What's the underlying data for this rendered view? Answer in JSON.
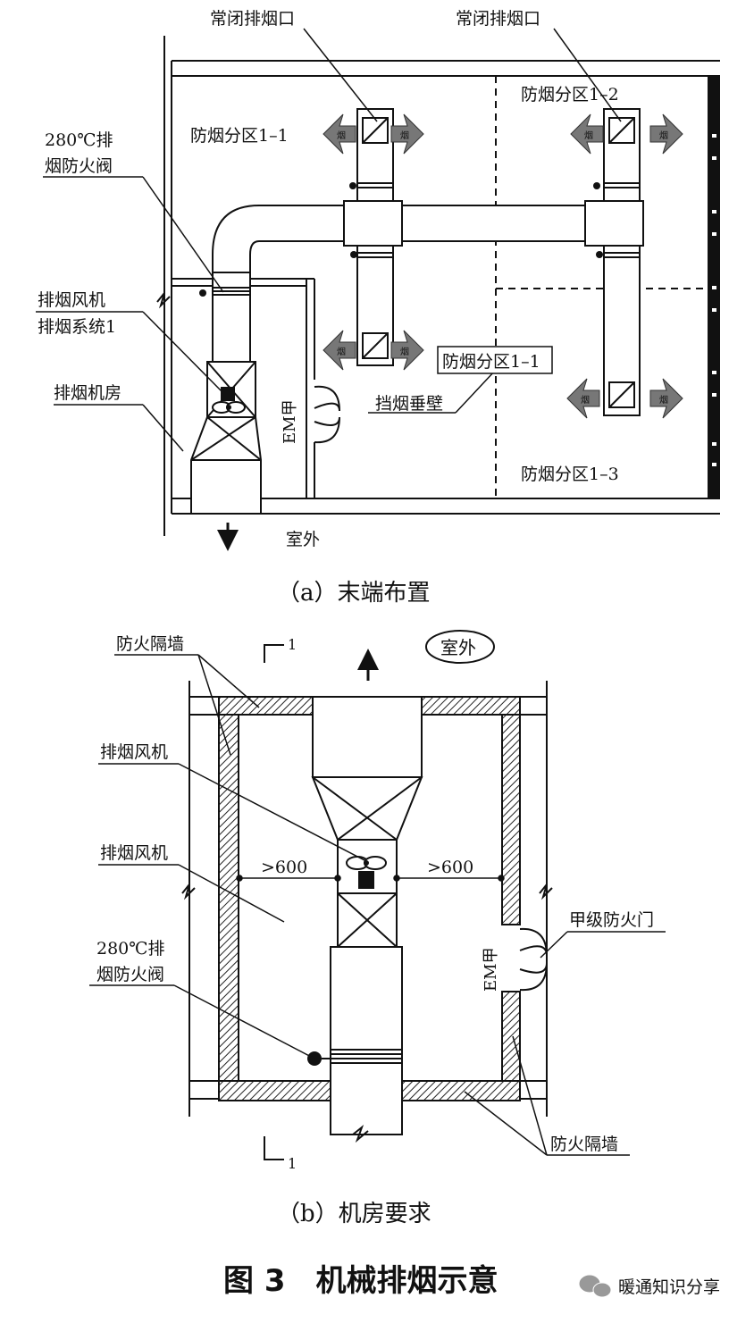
{
  "diagram_a": {
    "label_vent_1": "常闭排烟口",
    "label_vent_2": "常闭排烟口",
    "label_zone_1_2": "防烟分区1–2",
    "label_zone_1_1_top": "防烟分区1–1",
    "label_damper_line1": "280℃排",
    "label_damper_line2": "烟防火阀",
    "label_fan_line1": "排烟风机",
    "label_fan_line2": "排烟系统1",
    "label_fan_room": "排烟机房",
    "label_door_code": "EM甲",
    "label_zone_1_1_mid": "防烟分区1–1",
    "label_smoke_curtain": "挡烟垂壁",
    "label_zone_1_3": "防烟分区1–3",
    "label_outdoor": "室外",
    "caption": "（a）末端布置",
    "grille_glyph": "烟"
  },
  "diagram_b": {
    "label_section_top": "1",
    "label_section_bottom": "1",
    "label_outdoor": "室外",
    "label_fire_wall_top": "防火隔墙",
    "label_fan_1": "排烟风机",
    "label_fan_2": "排烟风机",
    "label_dim_left": ">600",
    "label_dim_right": ">600",
    "label_door": "甲级防火门",
    "label_door_code": "EM甲",
    "label_damper_line1": "280℃排",
    "label_damper_line2": "烟防火阀",
    "label_fire_wall_bottom": "防火隔墙",
    "caption": "（b）机房要求"
  },
  "figure_title": "图 3　机械排烟示意",
  "watermark": "暖通知识分享"
}
